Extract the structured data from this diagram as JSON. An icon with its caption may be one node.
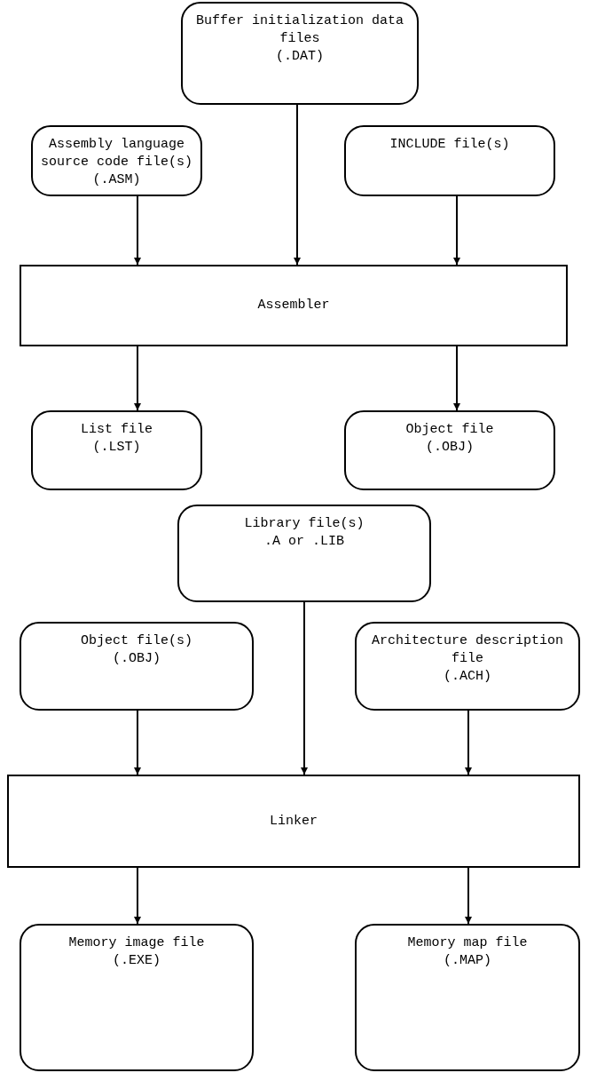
{
  "diagram": {
    "nodes": [
      {
        "text": [
          "Buffer initialization data files",
          "(.DAT)"
        ]
      },
      {
        "text": [
          "Assembly language source code file(s)",
          "(.ASM)"
        ]
      },
      {
        "text": [
          "INCLUDE file(s)"
        ]
      },
      {
        "text": [
          "Assembler"
        ]
      },
      {
        "text": [
          "List file",
          "(.LST)"
        ]
      },
      {
        "text": [
          "Object file",
          "(.OBJ)"
        ]
      },
      {
        "text": [
          "Library file(s)",
          ".A or .LIB"
        ]
      },
      {
        "text": [
          "Object file(s)",
          "(.OBJ)"
        ]
      },
      {
        "text": [
          "Architecture description file",
          "(.ACH)"
        ]
      },
      {
        "text": [
          "Linker"
        ]
      },
      {
        "text": [
          "Memory image file",
          "(.EXE)"
        ]
      },
      {
        "text": [
          "Memory map file",
          "(.MAP)"
        ]
      }
    ],
    "edges": [
      {
        "from": 1,
        "to": 3,
        "arrow": "to"
      },
      {
        "from": 0,
        "to": 3,
        "arrow": "to"
      },
      {
        "from": 2,
        "to": 3,
        "arrow": "to"
      },
      {
        "from": 3,
        "to": 4,
        "arrow": "to"
      },
      {
        "from": 3,
        "to": 5,
        "arrow": "to"
      },
      {
        "from": 7,
        "to": 9,
        "arrow": "to"
      },
      {
        "from": 6,
        "to": 9,
        "arrow": "to"
      },
      {
        "from": 8,
        "to": 9,
        "arrow": "to"
      },
      {
        "from": 9,
        "to": 10,
        "arrow": "to"
      },
      {
        "from": 9,
        "to": 11,
        "arrow": "to"
      }
    ]
  }
}
